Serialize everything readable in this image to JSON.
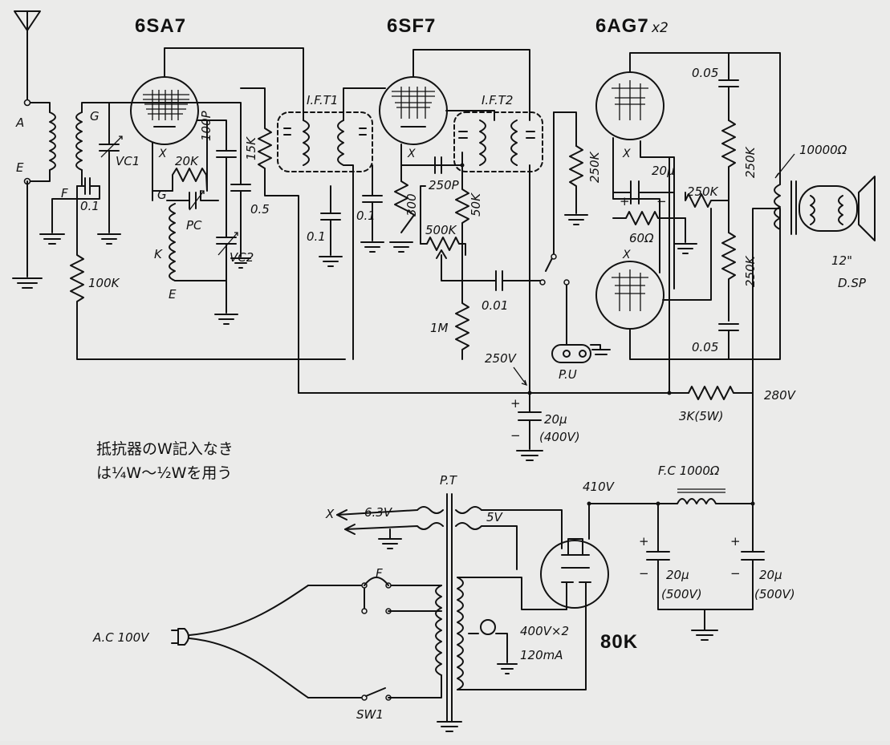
{
  "tubes": {
    "mixer": "6SA7",
    "if_amp": "6SF7",
    "output": "6AG7",
    "output_count": "x2",
    "rectifier": "80K"
  },
  "antenna": {
    "a": "A",
    "e": "E",
    "f": "F"
  },
  "osc": {
    "g": "G",
    "k": "K",
    "e": "E",
    "pc": "PC",
    "vc1": "VC1",
    "vc2": "VC2",
    "g_label": "G"
  },
  "transformers": {
    "ift1": "I.F.T1",
    "ift2": "I.F.T2",
    "pt": "P.T"
  },
  "components": {
    "c_01_ant": "0.1",
    "r_100k": "100K",
    "r_20k": "20K",
    "c_100p": "100P",
    "r_15k": "15K",
    "c_05": "0.5",
    "c_01_a": "0.1",
    "c_01_b": "0.1",
    "r_300": "300",
    "c_250p": "250P",
    "r_50k": "50K",
    "r_500k": "500K",
    "c_001": "0.01",
    "r_1m": "1M",
    "r_250k_grid": "250K",
    "c_20u": "20μ",
    "r_250k_a": "250K",
    "r_250k_b": "250K",
    "r_250k_c": "250K",
    "r_60": "60Ω",
    "c_005_top": "0.05",
    "c_005_bot": "0.05",
    "out_tr": "10000Ω",
    "speaker": "12\"",
    "speaker_type": "D.SP",
    "pu": "P.U",
    "v250": "250V",
    "v280": "280V",
    "r_3k": "3K(5W)",
    "c_20u_400": "20μ",
    "c_20u_400v": "(400V)",
    "fc": "F.C 1000Ω",
    "v410": "410V",
    "c_20u_500a": "20μ",
    "c_20u_500a_v": "(500V)",
    "c_20u_500b": "20μ",
    "c_20u_500b_v": "(500V)",
    "v63": "6.3V",
    "v5": "5V",
    "x": "X",
    "fuse": "F",
    "ac": "A.C 100V",
    "sec": "400V×2",
    "sec_i": "120mA",
    "sw": "SW1"
  },
  "note": {
    "line1": "抵抗器のW記入なき",
    "line2": "は¼W～½Wを用う"
  }
}
